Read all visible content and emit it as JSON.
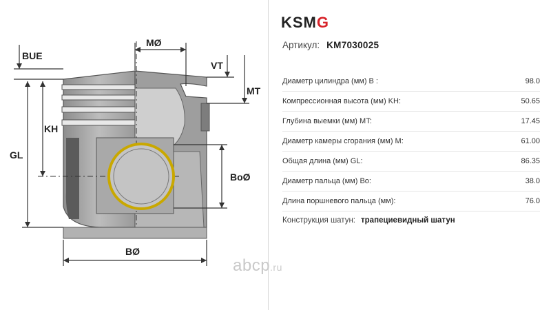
{
  "brand": {
    "ksm": "KSM",
    "g": "G"
  },
  "article": {
    "label": "Артикул:",
    "value": "KM7030025"
  },
  "specs": [
    {
      "label": "Диаметр цилиндра (мм) B :",
      "value": "98.0"
    },
    {
      "label": "Компрессионная высота (мм) KH:",
      "value": "50.65"
    },
    {
      "label": "Глубина выемки (мм) MT:",
      "value": "17.45"
    },
    {
      "label": "Диаметр камеры сгорания (мм) M:",
      "value": "61.00"
    },
    {
      "label": "Общая длина (мм) GL:",
      "value": "86.35"
    },
    {
      "label": "Диаметр пальца (мм) Bo:",
      "value": "38.0"
    },
    {
      "label": "Длина поршневого пальца (мм):",
      "value": "76.0"
    }
  ],
  "construction": {
    "label": "Конструкция шатун:",
    "value": "трапециевидный шатун"
  },
  "diagram_labels": {
    "bue": "BUE",
    "m": "MØ",
    "vt": "VT",
    "mt": "MT",
    "kh": "KH",
    "gl": "GL",
    "bo": "BoØ",
    "b": "BØ"
  },
  "watermark": {
    "main": "abcp",
    "suffix": ".ru"
  },
  "colors": {
    "brand_red": "#d8232a",
    "pin_ring": "#c9a800"
  }
}
